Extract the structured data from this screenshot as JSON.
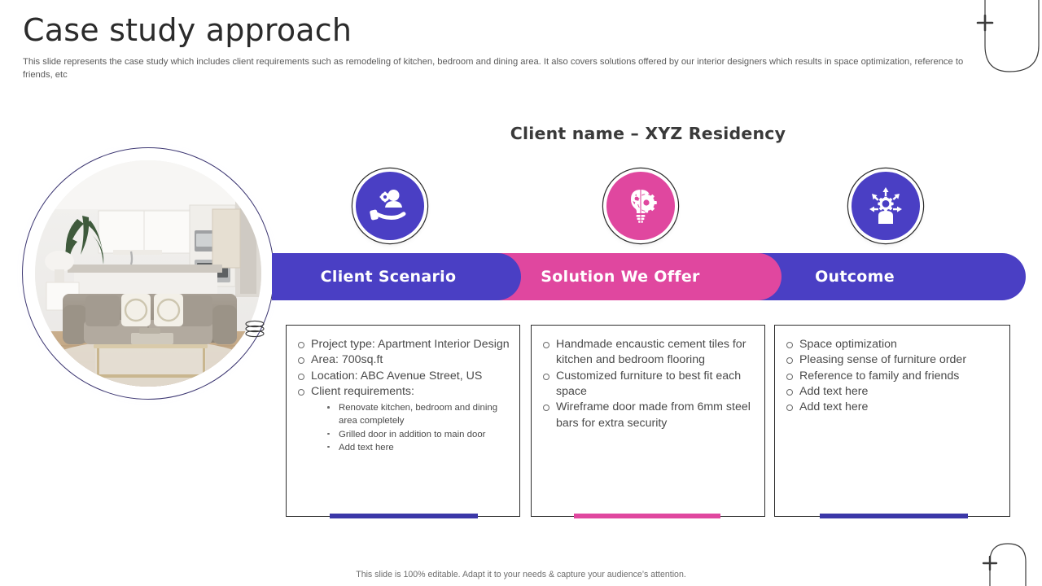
{
  "header": {
    "title": "Case study approach",
    "subtitle": "This slide represents the case study which includes client requirements such as remodeling of kitchen, bedroom and dining area. It also covers solutions offered by our interior designers which results in space optimization, reference to friends, etc"
  },
  "client_name": "Client name – XYZ Residency",
  "colors": {
    "blue": "#4a3fc4",
    "pink": "#e0479f",
    "accent_blue": "#3b37a8",
    "outline": "#2d2d2d",
    "text": "#4a4a4a",
    "glow": "#968beb"
  },
  "photo": {
    "alt": "Modern living room with gray sofa, patterned cushions, glass coffee table, palm plant and open white kitchen",
    "ring_color": "#3b3571"
  },
  "icons": [
    {
      "name": "hand-holding-person-gear-icon",
      "color": "#4a3fc4",
      "meaning": "client scenario"
    },
    {
      "name": "lightbulb-gear-icon",
      "color": "#e0479f",
      "meaning": "solution we offer"
    },
    {
      "name": "person-gear-rays-icon",
      "color": "#4a3fc4",
      "meaning": "outcome"
    }
  ],
  "banner": {
    "segments": [
      {
        "key": "client",
        "label": "Client Scenario",
        "color": "#4a3fc4"
      },
      {
        "key": "solution",
        "label": "Solution We Offer",
        "color": "#e0479f"
      },
      {
        "key": "outcome",
        "label": "Outcome",
        "color": "#4a3fc4"
      }
    ]
  },
  "cards": [
    {
      "key": "client-scenario",
      "accent_color": "#3b37a8",
      "items": [
        {
          "text": "Project type: Apartment Interior Design"
        },
        {
          "text": "Area: 700sq.ft"
        },
        {
          "text": "Location: ABC Avenue Street, US"
        },
        {
          "text": "Client requirements:",
          "sub": [
            "Renovate  kitchen, bedroom  and dining area completely",
            "Grilled door in addition to main door",
            "Add text here"
          ]
        }
      ]
    },
    {
      "key": "solution-we-offer",
      "accent_color": "#e0479f",
      "items": [
        {
          "text": "Handmade encaustic cement tiles for kitchen and bedroom flooring"
        },
        {
          "text": "Customized furniture  to best fit each space"
        },
        {
          "text": "Wireframe door made from 6mm steel bars for extra security"
        }
      ]
    },
    {
      "key": "outcome",
      "accent_color": "#3b37a8",
      "items": [
        {
          "text": "Space optimization"
        },
        {
          "text": "Pleasing sense of furniture  order"
        },
        {
          "text": "Reference to family and friends"
        },
        {
          "text": "Add text here"
        },
        {
          "text": "Add text here"
        }
      ]
    }
  ],
  "footer": "This slide is 100% editable. Adapt it to your needs & capture your audience’s attention."
}
